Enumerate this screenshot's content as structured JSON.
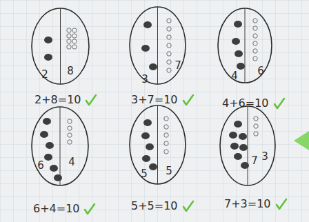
{
  "diagram": {
    "nodes": [
      {
        "text": [
          "2",
          "8"
        ]
      },
      {
        "text": [
          "3",
          "7"
        ]
      },
      {
        "text": [
          "4",
          "6"
        ]
      },
      {
        "text": [
          "6",
          "4"
        ]
      },
      {
        "text": [
          "5",
          "5"
        ]
      },
      {
        "text": [
          "7",
          "3"
        ]
      }
    ],
    "labels": [
      "2+8=10",
      "3+7=10",
      "4+6=10",
      "6+4=10",
      "5+5=10",
      "7+3=10"
    ]
  }
}
